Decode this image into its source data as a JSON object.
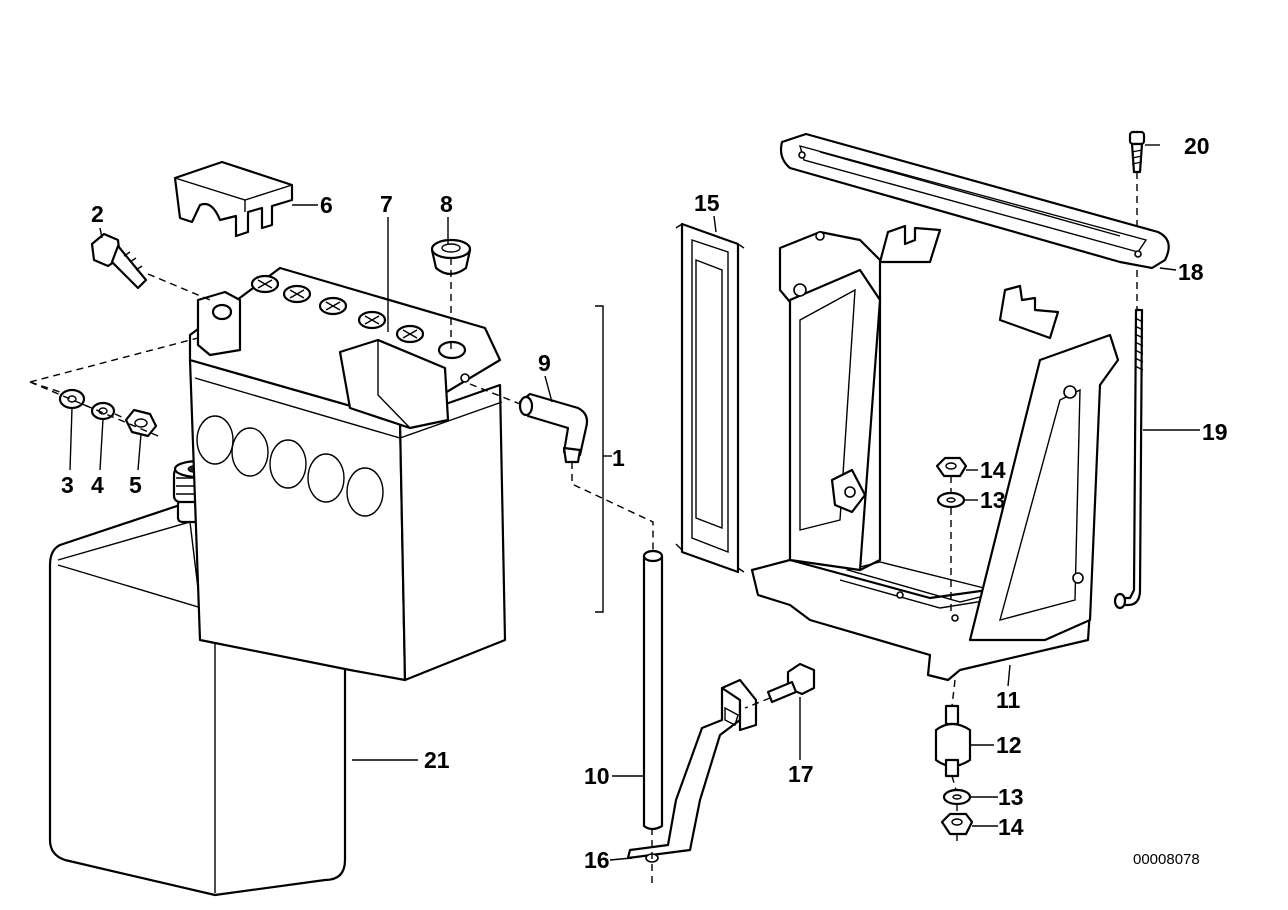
{
  "diagram": {
    "reference_number": "00008078",
    "callouts": {
      "c1": "1",
      "c2": "2",
      "c3": "3",
      "c4": "4",
      "c5": "5",
      "c6": "6",
      "c7": "7",
      "c8": "8",
      "c9": "9",
      "c10": "10",
      "c11": "11",
      "c12": "12",
      "c13a": "13",
      "c13b": "13",
      "c14a": "14",
      "c14b": "14",
      "c15": "15",
      "c16": "16",
      "c17": "17",
      "c18": "18",
      "c19": "19",
      "c20": "20",
      "c21": "21"
    }
  }
}
